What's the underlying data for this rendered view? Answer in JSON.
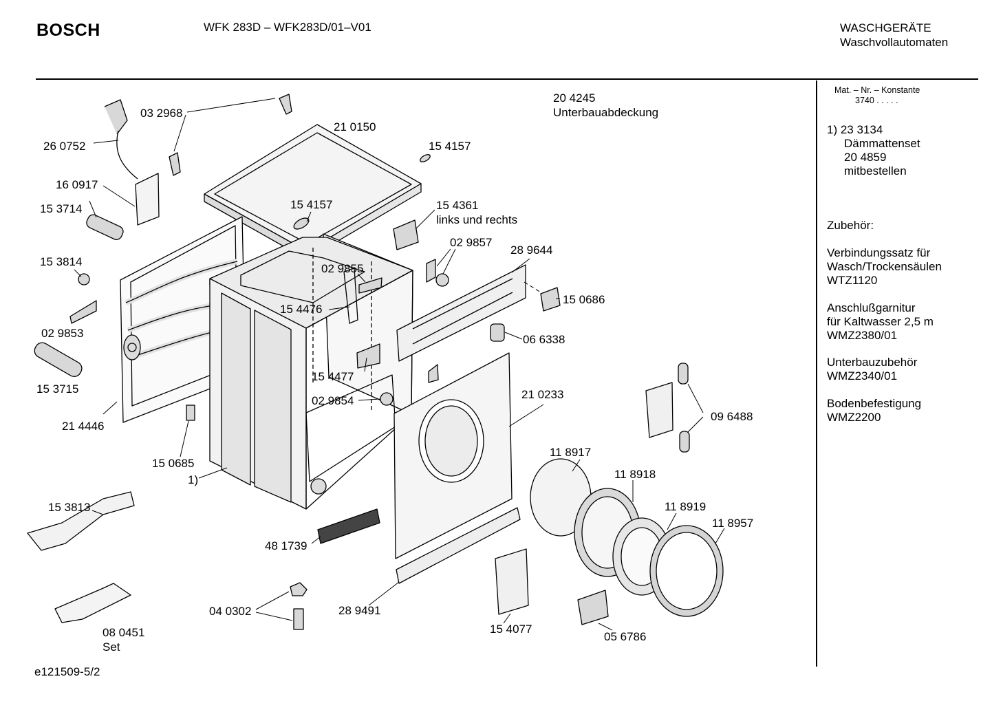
{
  "header": {
    "brand": "BOSCH",
    "model": "WFK 283D – WFK283D/01–V01",
    "category_1": "WASCHGERÄTE",
    "category_2": "Waschvollautomaten"
  },
  "parts": [
    {
      "id": "p1",
      "label": "03 2968"
    },
    {
      "id": "p2",
      "label": "26 0752"
    },
    {
      "id": "p3",
      "label": "16 0917"
    },
    {
      "id": "p4",
      "label": "15 3714"
    },
    {
      "id": "p5",
      "label": "15 3814"
    },
    {
      "id": "p6",
      "label": "02 9853"
    },
    {
      "id": "p7",
      "label": "15 3715"
    },
    {
      "id": "p8",
      "label": "21 4446"
    },
    {
      "id": "p9",
      "label": "21 0150"
    },
    {
      "id": "p10",
      "label": "15 4157"
    },
    {
      "id": "p11",
      "label": "15 4157"
    },
    {
      "id": "p12",
      "label": "15 4361"
    },
    {
      "id": "p13",
      "label": "links und rechts"
    },
    {
      "id": "p14",
      "label": "02 9857"
    },
    {
      "id": "p15",
      "label": "28 9644"
    },
    {
      "id": "p16",
      "label": "02 9855"
    },
    {
      "id": "p17",
      "label": "15 4476"
    },
    {
      "id": "p18",
      "label": "15 0686"
    },
    {
      "id": "p19",
      "label": "06 6338"
    },
    {
      "id": "p20",
      "label": "15 4477"
    },
    {
      "id": "p21",
      "label": "02 9854"
    },
    {
      "id": "p22",
      "label": "21 0233"
    },
    {
      "id": "p23",
      "label": "15 0685"
    },
    {
      "id": "p24",
      "label": "1)"
    },
    {
      "id": "p25",
      "label": "09 6488"
    },
    {
      "id": "p26",
      "label": "11 8917"
    },
    {
      "id": "p27",
      "label": "11 8918"
    },
    {
      "id": "p28",
      "label": "11 8919"
    },
    {
      "id": "p29",
      "label": "11 8957"
    },
    {
      "id": "p30",
      "label": "15 3813"
    },
    {
      "id": "p31",
      "label": "48 1739"
    },
    {
      "id": "p32",
      "label": "04 0302"
    },
    {
      "id": "p33",
      "label": "28 9491"
    },
    {
      "id": "p34",
      "label": "15 4077"
    },
    {
      "id": "p35",
      "label": "05 6786"
    },
    {
      "id": "p36",
      "label": "08 0451"
    },
    {
      "id": "p37",
      "label": "Set"
    },
    {
      "id": "p38",
      "label": "20 4245"
    },
    {
      "id": "p39",
      "label": "Unterbauabdeckung"
    }
  ],
  "sidebar": {
    "mat_title": "Mat. – Nr. – Konstante",
    "mat_value": "3740  .  .  .  .  .",
    "note_1": "1)  23 3134",
    "note_2": "Dämmattenset",
    "note_3": "20 4859",
    "note_4": "mitbestellen",
    "zubehoer": "Zubehör:",
    "acc1_1": "Verbindungssatz für",
    "acc1_2": "Wasch/Trockensäulen",
    "acc1_3": "WTZ1120",
    "acc2_1": "Anschlußgarnitur",
    "acc2_2": "für Kaltwasser 2,5 m",
    "acc2_3": "WMZ2380/01",
    "acc3_1": "Unterbauzubehör",
    "acc3_2": "WMZ2340/01",
    "acc4_1": "Bodenbefestigung",
    "acc4_2": "WMZ2200"
  },
  "footer": {
    "code": "e121509-5/2"
  }
}
